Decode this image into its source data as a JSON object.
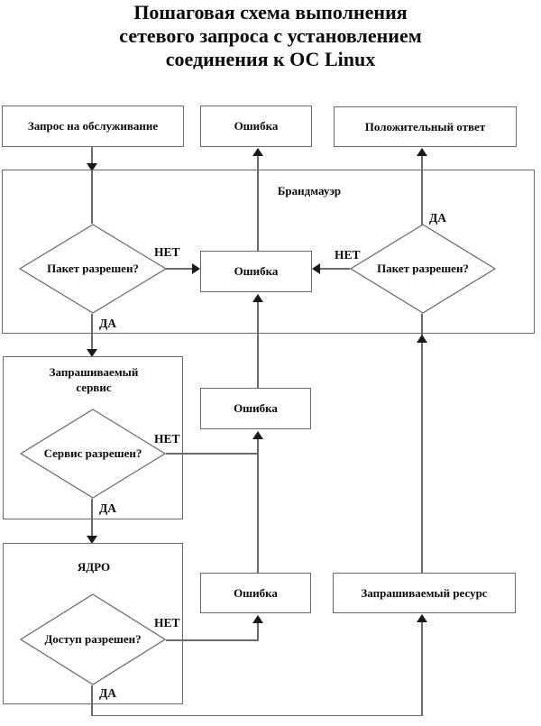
{
  "title": {
    "text": "Пошаговая схема выполнения\nсетевого запроса с установлением\nсоединения к ОС Linux"
  },
  "nodes": {
    "request": {
      "label": "Запрос на обслуживание"
    },
    "error_top": {
      "label": "Ошибка"
    },
    "positive_answer": {
      "label": "Положительный ответ"
    },
    "firewall": {
      "label": "Брандмауэр"
    },
    "firewall_left_decision": {
      "label": "Пакет разрешен?"
    },
    "firewall_right_decision": {
      "label": "Пакет разрешен?"
    },
    "firewall_error": {
      "label": "Ошибка"
    },
    "service": {
      "label": "Запрашиваемый\nсервис"
    },
    "service_decision": {
      "label": "Сервис разрешен?"
    },
    "service_error": {
      "label": "Ошибка"
    },
    "kernel": {
      "label": "ЯДРО"
    },
    "kernel_decision": {
      "label": "Доступ разрешен?"
    },
    "kernel_error": {
      "label": "Ошибка"
    },
    "resource": {
      "label": "Запрашиваемый ресурс"
    }
  },
  "edge_labels": {
    "firewall_left_no": "НЕТ",
    "firewall_left_yes": "ДА",
    "firewall_right_no": "НЕТ",
    "firewall_right_yes": "ДА",
    "service_no": "НЕТ",
    "service_yes": "ДА",
    "kernel_no": "НЕТ",
    "kernel_yes": "ДА"
  },
  "colors": {
    "line": "#6a6a6a",
    "arrow": "#1a1a1a",
    "text": "#0a0a0a",
    "background": "#ffffff"
  }
}
